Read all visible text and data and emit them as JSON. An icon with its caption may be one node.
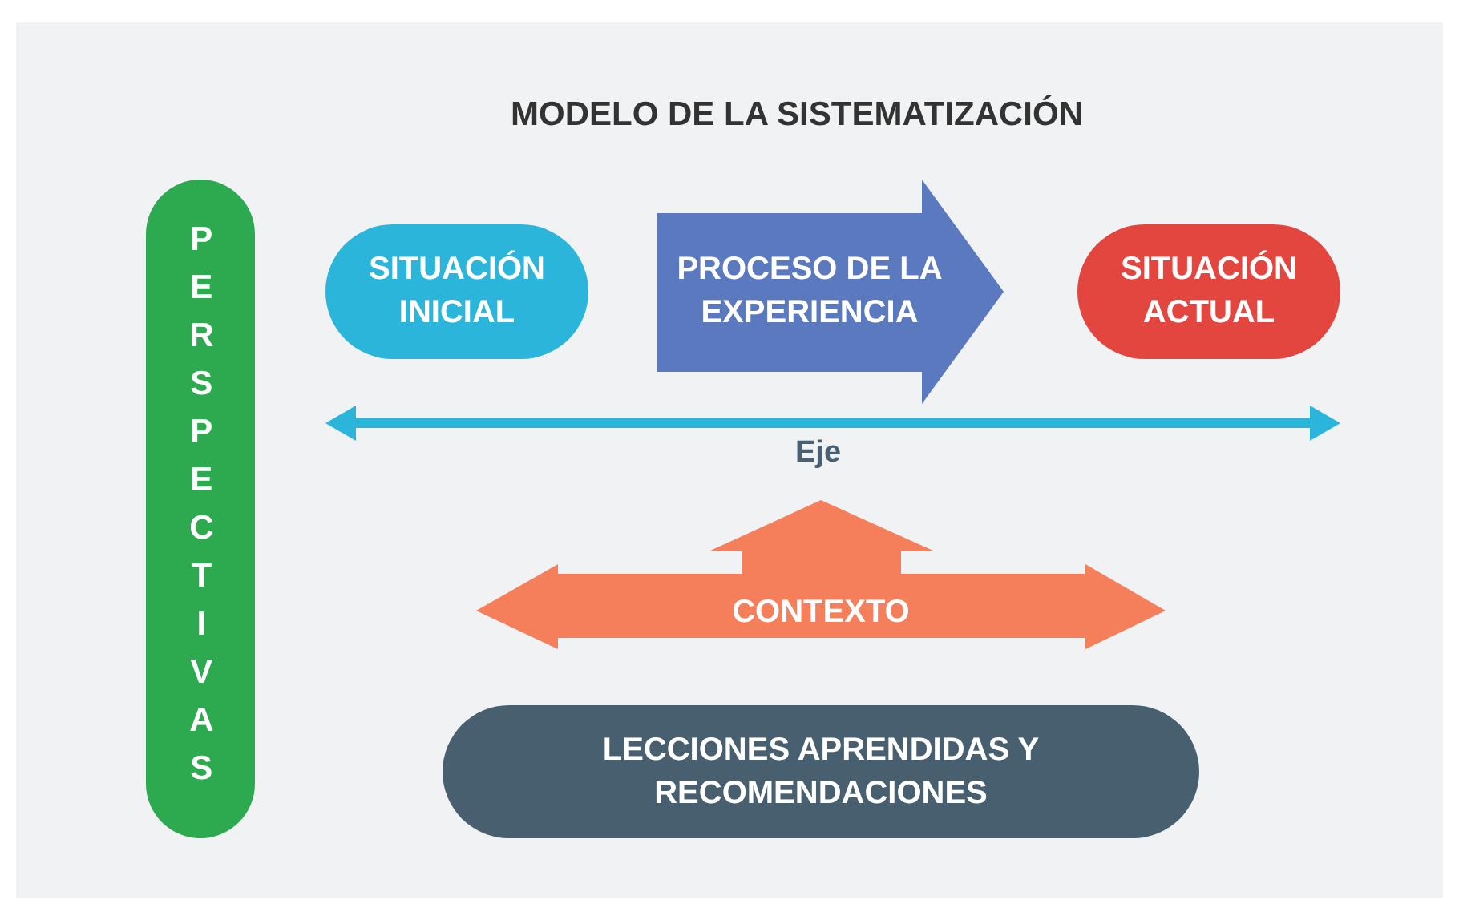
{
  "diagram": {
    "title": "MODELO DE LA SISTEMATIZACIÓN",
    "nodes": [
      {
        "text": [
          "PERSPECTIVAS"
        ]
      },
      {
        "text": [
          "SITUACIÓN INICIAL"
        ]
      },
      {
        "text": [
          "PROCESO DE LA EXPERIENCIA"
        ]
      },
      {
        "text": [
          "SITUACIÓN ACTUAL"
        ]
      },
      {
        "text": [
          "CONTEXTO"
        ]
      },
      {
        "text": [
          "LECCIONES APRENDIDAS Y RECOMENDACIONES"
        ]
      }
    ],
    "labels": [
      "Eje"
    ]
  }
}
